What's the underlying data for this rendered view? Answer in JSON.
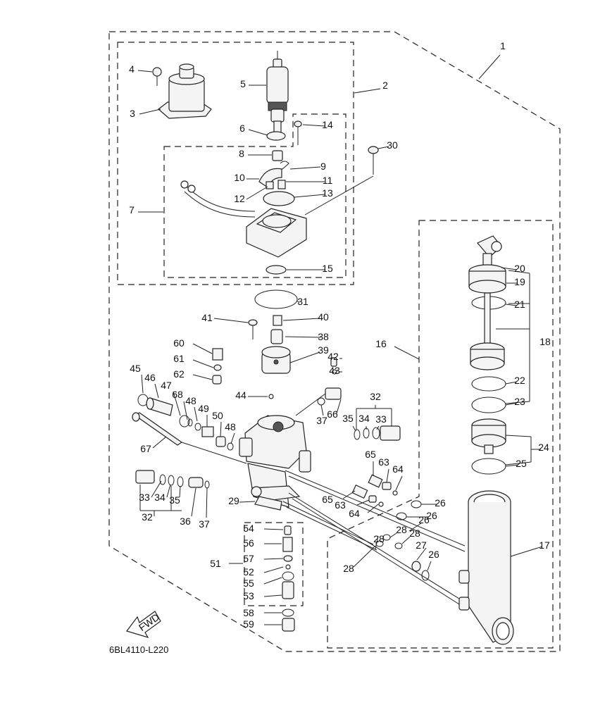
{
  "diagram": {
    "code": "6BL4110-L220",
    "fwd_label": "FWD",
    "callouts": [
      "1",
      "2",
      "3",
      "4",
      "5",
      "6",
      "7",
      "8",
      "9",
      "10",
      "11",
      "12",
      "13",
      "14",
      "15",
      "16",
      "17",
      "18",
      "19",
      "20",
      "21",
      "22",
      "23",
      "24",
      "25",
      "26",
      "26",
      "26",
      "26",
      "27",
      "28",
      "28",
      "28",
      "28",
      "29",
      "30",
      "31",
      "32",
      "32",
      "33",
      "33",
      "34",
      "34",
      "35",
      "35",
      "36",
      "37",
      "37",
      "38",
      "39",
      "40",
      "41",
      "42",
      "43",
      "44",
      "45",
      "46",
      "47",
      "48",
      "48",
      "49",
      "50",
      "51",
      "52",
      "53",
      "54",
      "55",
      "56",
      "57",
      "58",
      "59",
      "60",
      "61",
      "62",
      "63",
      "63",
      "64",
      "64",
      "65",
      "65",
      "66",
      "67",
      "68"
    ]
  }
}
